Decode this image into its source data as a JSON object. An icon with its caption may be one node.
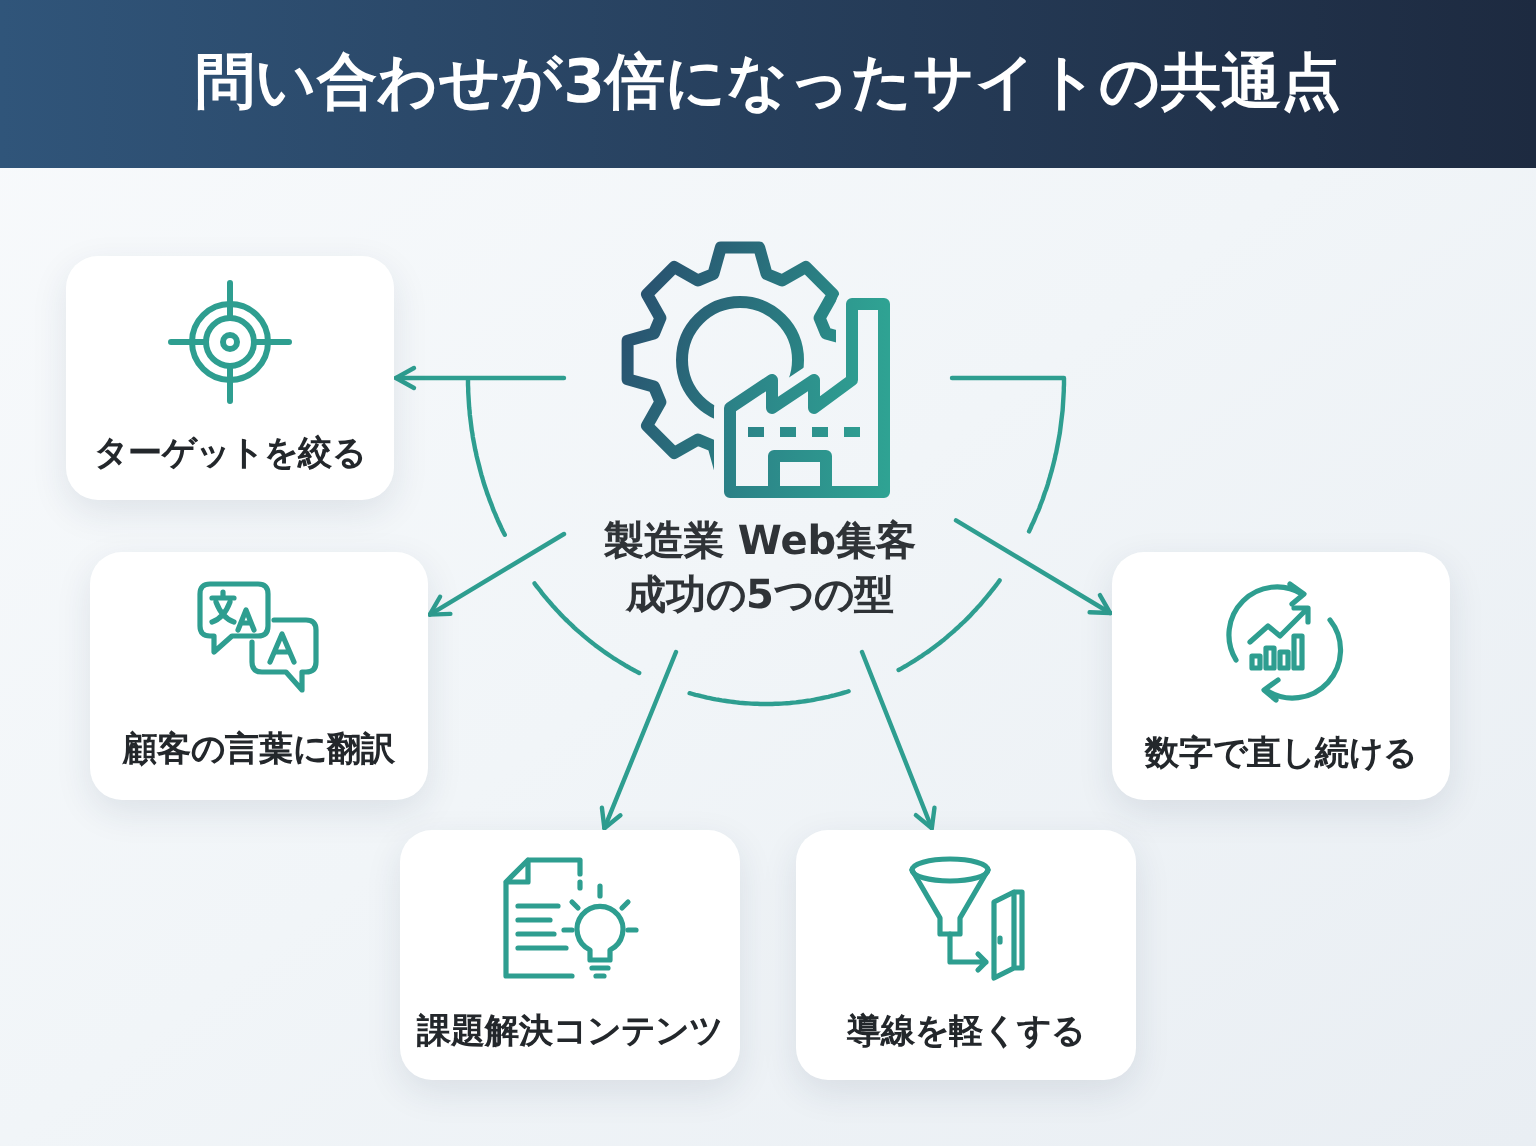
{
  "diagram": {
    "title": "問い合わせが3倍になったサイトの共通点",
    "nodes": [
      {
        "text": [
          "製造業 Web集客",
          "成功の5つの型"
        ]
      },
      {
        "text": [
          "ターゲットを絞る"
        ]
      },
      {
        "text": [
          "顧客の言葉に翻訳"
        ]
      },
      {
        "text": [
          "課題解決コンテンツ"
        ]
      },
      {
        "text": [
          "導線を軽くする"
        ]
      },
      {
        "text": [
          "数字で直し続ける"
        ]
      }
    ],
    "edges": [
      {
        "from": 0,
        "to": 1,
        "arrow": "to"
      },
      {
        "from": 0,
        "to": 2,
        "arrow": "to"
      },
      {
        "from": 0,
        "to": 3,
        "arrow": "to"
      },
      {
        "from": 0,
        "to": 4,
        "arrow": "to"
      },
      {
        "from": 0,
        "to": 5,
        "arrow": "to"
      }
    ]
  }
}
